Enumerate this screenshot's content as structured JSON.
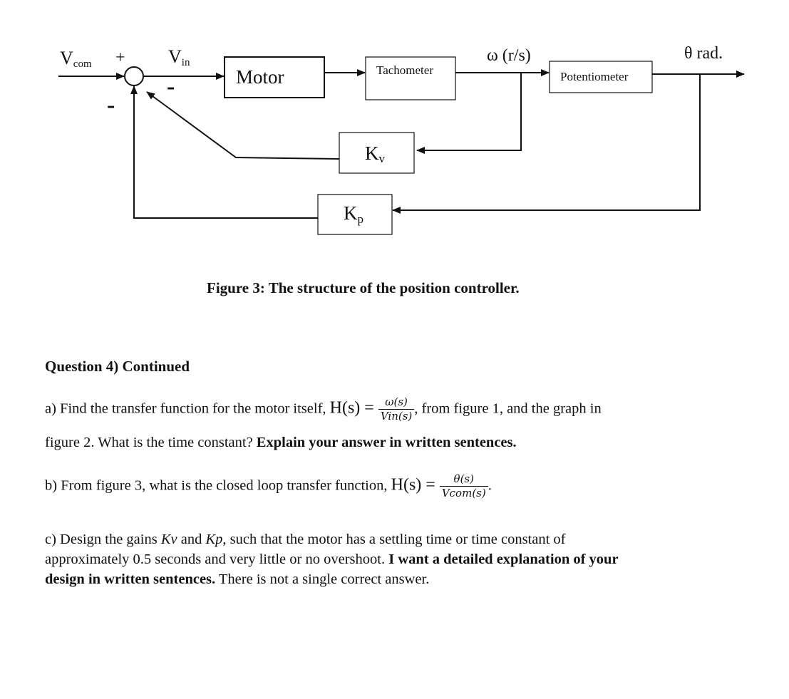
{
  "diagram": {
    "nodes": {
      "motor": "Motor",
      "tachometer": "Tachometer",
      "potentiometer": "Potentiometer",
      "kv": {
        "main": "K",
        "sub": "v"
      },
      "kp": {
        "main": "K",
        "sub": "p"
      }
    },
    "signals": {
      "vcom": {
        "main": "V",
        "sub": "com"
      },
      "vin": {
        "main": "V",
        "sub": "in"
      },
      "omega": "ω (r/s)",
      "theta": "θ rad.",
      "plus": "+",
      "minus": "-"
    },
    "caption": "Figure 3: The structure of the position controller."
  },
  "question": {
    "heading": "Question 4) Continued",
    "a": {
      "pre": "a) Find the transfer function for the motor itself, ",
      "h": "H(s)",
      "eq": " = ",
      "frac_num": "ω(s)",
      "frac_den": "Vin(s)",
      "post": ", from figure 1, and the graph in",
      "line2_plain": "figure 2. What is the time constant? ",
      "line2_bold": "Explain your answer in written sentences."
    },
    "b": {
      "pre": "b) From figure 3, what is the closed loop transfer function, ",
      "h": "H(s)",
      "eq": " = ",
      "frac_num": "θ(s)",
      "frac_den": "Vcom(s)",
      "post": "."
    },
    "c": {
      "l1_pre": "c) Design the gains ",
      "kv": "Kv",
      "l1_mid": " and ",
      "kp": "Kp",
      "l1_post": ", such that the motor has a settling time or time constant of",
      "l2_plain": "approximately 0.5 seconds and very little or no overshoot. ",
      "l2_bold": "I want a detailed explanation of your",
      "l3_bold": "design in written sentences.",
      "l3_plain": " There is not a single correct answer."
    }
  }
}
